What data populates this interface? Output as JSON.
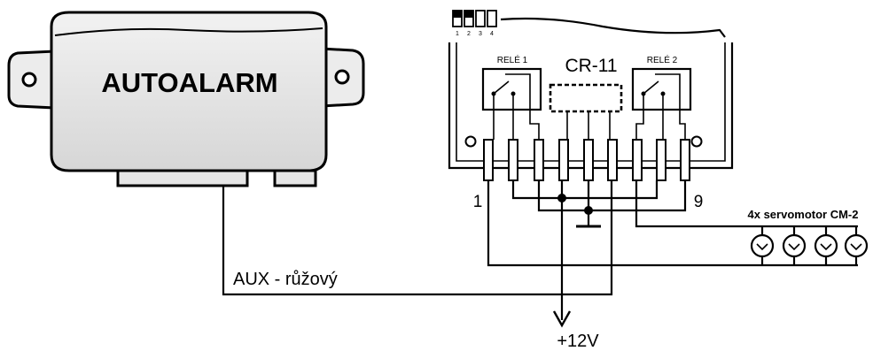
{
  "alarm": {
    "title": "AUTOALARM"
  },
  "module": {
    "name": "CR-11",
    "relay1": "RELÉ 1",
    "relay2": "RELÉ 2",
    "dip": [
      "1",
      "2",
      "3",
      "4"
    ],
    "pin_first": "1",
    "pin_last": "9"
  },
  "servo": {
    "label": "4x servomotor CM-2"
  },
  "aux": {
    "label": "AUX - růžový"
  },
  "power": {
    "label": "+12V"
  },
  "colors": {
    "ink": "#000000",
    "alarm_fill": "#e6e6e6",
    "background": "#ffffff"
  }
}
